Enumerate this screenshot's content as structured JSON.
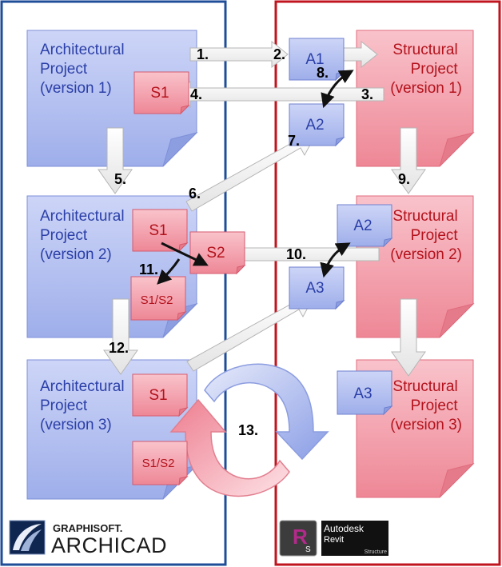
{
  "colors": {
    "archicad_border": "#1f4e99",
    "revit_border": "#c0141f",
    "arch_doc": "#b3bff0",
    "struct_doc": "#f39aa6",
    "arch_text": "#2b3fa8",
    "struct_text": "#b3121c"
  },
  "architectural": {
    "v1": [
      "Architectural",
      "Project",
      "(version 1)"
    ],
    "v2": [
      "Architectural",
      "Project",
      "(version 2)"
    ],
    "v3": [
      "Architectural",
      "Project",
      "(version 3)"
    ]
  },
  "structural": {
    "v1": [
      "Structural",
      "Project",
      "(version 1)"
    ],
    "v2": [
      "Structural",
      "Project",
      "(version 2)"
    ],
    "v3": [
      "Structural",
      "Project",
      "(version 3)"
    ]
  },
  "small_docs": {
    "a1": "A1",
    "a2_top": "A2",
    "a2_mid": "A2",
    "a3_mid": "A3",
    "a3_bot": "A3",
    "s1_top": "S1",
    "s1_mid": "S1",
    "s1s2_mid": "S1/S2",
    "s2_mid": "S2",
    "s1_bot": "S1",
    "s1s2_bot": "S1/S2"
  },
  "steps": [
    "1.",
    "2.",
    "3.",
    "4.",
    "5.",
    "6.",
    "7.",
    "8.",
    "9.",
    "10.",
    "11.",
    "12.",
    "13."
  ],
  "logos": {
    "graphisoft": "GRAPHISOFT.",
    "archicad": "ARCHICAD",
    "autodesk": "Autodesk",
    "revit": "Revit",
    "structure": "Structure",
    "revit_icon_letter": "R",
    "revit_icon_sub": "S"
  }
}
